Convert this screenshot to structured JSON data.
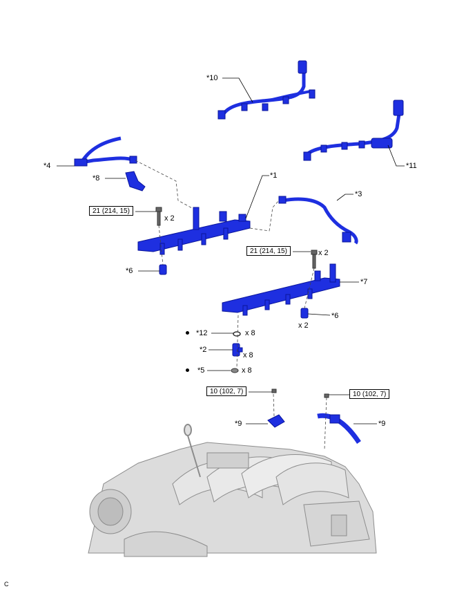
{
  "diagram": {
    "colors": {
      "part": "#1e2fe0",
      "part_dark": "#0a159a",
      "engine": "#d9d9d9",
      "engine_line": "#9a9a9a",
      "leader": "#000000"
    },
    "callouts": {
      "c10": "*10",
      "c4": "*4",
      "c8": "*8",
      "c1": "*1",
      "c3": "*3",
      "c11": "*11",
      "c6a": "*6",
      "c7": "*7",
      "c6b": "*6",
      "c12": "*12",
      "c2": "*2",
      "c5": "*5",
      "c9a": "*9",
      "c9b": "*9"
    },
    "quantities": {
      "q_bolt_left": "x 2",
      "q_bolt_right": "x 2",
      "q_6b": "x 2",
      "q_12": "x 8",
      "q_2": "x 8",
      "q_5": "x 8"
    },
    "torques": {
      "t1": "21 (214, 15)",
      "t2": "21 (214, 15)",
      "t3": "10 (102, 7)",
      "t4": "10 (102, 7)"
    },
    "figure_code": "C"
  }
}
